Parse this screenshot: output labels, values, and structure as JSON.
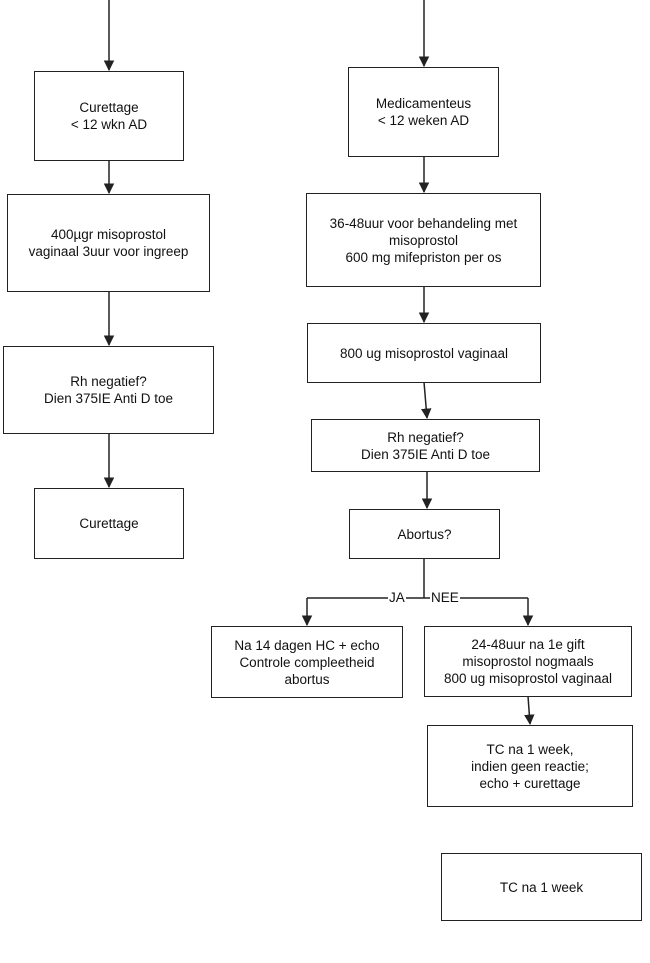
{
  "left": {
    "box1": [
      "Curettage",
      "< 12 wkn AD"
    ],
    "box2": [
      "400µgr misoprostol",
      "vaginaal 3uur voor ingreep"
    ],
    "box3": [
      "Rh negatief?",
      "Dien 375IE Anti D toe"
    ],
    "box4": [
      "Curettage"
    ]
  },
  "right": {
    "box1": [
      "Medicamenteus",
      "< 12 weken AD"
    ],
    "box2": [
      "36-48uur voor behandeling met",
      "misoprostol",
      "600 mg mifepriston per os"
    ],
    "box3": [
      "800 ug misoprostol vaginaal"
    ],
    "box4": [
      "Rh negatief?",
      "Dien 375IE Anti D toe"
    ],
    "box5": [
      "Abortus?"
    ],
    "branch_yes": "JA",
    "branch_no": "NEE",
    "yes_box": [
      "Na 14 dagen HC + echo",
      "Controle compleetheid",
      "abortus"
    ],
    "no_box": [
      "24-48uur na 1e gift",
      "misoprostol nogmaals",
      "800 ug misoprostol vaginaal"
    ],
    "tc_box": [
      "TC na 1 week,",
      "indien geen reactie;",
      "echo + curettage"
    ]
  },
  "extra": {
    "tc_short": [
      "TC na 1 week"
    ]
  }
}
